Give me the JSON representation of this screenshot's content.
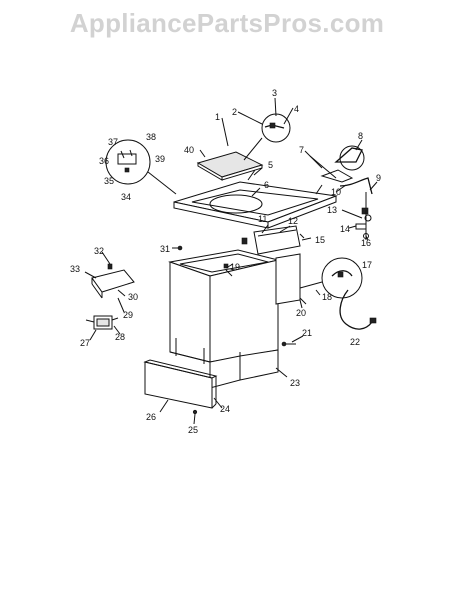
{
  "watermark": {
    "text": "AppliancePartsPros.com"
  },
  "callouts": {
    "c1": "1",
    "c2": "2",
    "c3": "3",
    "c4": "4",
    "c5": "5",
    "c6": "6",
    "c7": "7",
    "c8": "8",
    "c9": "9",
    "c10": "10",
    "c11": "11",
    "c12": "12",
    "c13": "13",
    "c14": "14",
    "c15": "15",
    "c16": "16",
    "c17": "17",
    "c18": "18",
    "c19": "19",
    "c20": "20",
    "c21": "21",
    "c22": "22",
    "c23": "23",
    "c24": "24",
    "c25": "25",
    "c26": "26",
    "c27": "27",
    "c28": "28",
    "c29": "29",
    "c30": "30",
    "c31": "31",
    "c32": "32",
    "c33": "33",
    "c34": "34",
    "c35": "35",
    "c36": "36",
    "c37": "37",
    "c38": "38",
    "c39": "39",
    "c40": "40"
  },
  "colors": {
    "watermark": "#d2d2d2",
    "ink": "#111111",
    "background": "#ffffff"
  }
}
